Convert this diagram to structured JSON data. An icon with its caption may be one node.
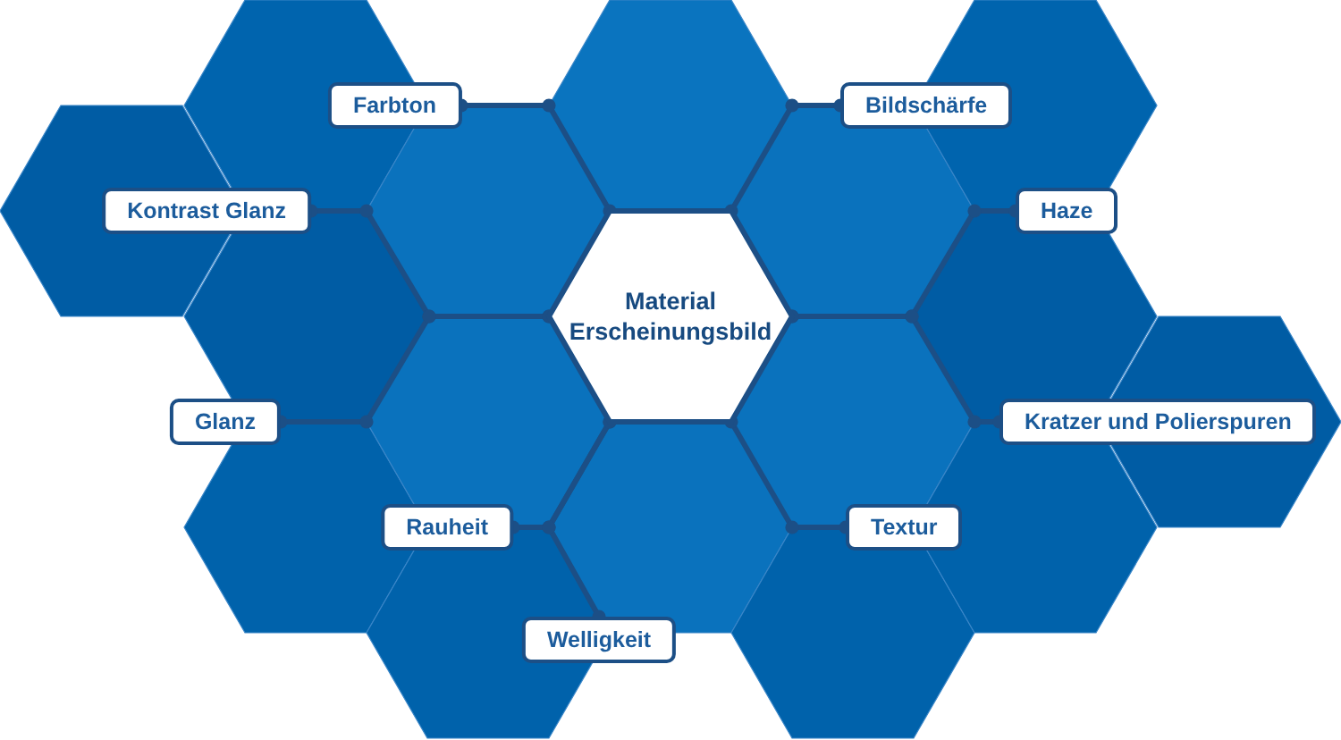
{
  "diagram": {
    "nodes": [
      {
        "text": [
          "Material Erscheinungsbild"
        ]
      },
      {
        "text": [
          "Farbton"
        ]
      },
      {
        "text": [
          "Kontrast Glanz"
        ]
      },
      {
        "text": [
          "Glanz"
        ]
      },
      {
        "text": [
          "Rauheit"
        ]
      },
      {
        "text": [
          "Welligkeit"
        ]
      },
      {
        "text": [
          "Textur"
        ]
      },
      {
        "text": [
          "Kratzer und Polierspuren"
        ]
      },
      {
        "text": [
          "Haze"
        ]
      },
      {
        "text": [
          "Bildschärfe"
        ]
      },
      {
        "text": [],
        "shape": "hexagon"
      },
      {
        "text": [],
        "shape": "hexagon"
      },
      {
        "text": [],
        "shape": "hexagon"
      },
      {
        "text": [],
        "shape": "hexagon"
      },
      {
        "text": [],
        "shape": "hexagon"
      },
      {
        "text": [],
        "shape": "hexagon"
      },
      {
        "text": [],
        "shape": "hexagon"
      },
      {
        "text": [],
        "shape": "hexagon"
      },
      {
        "text": [],
        "shape": "hexagon"
      },
      {
        "text": [],
        "shape": "hexagon"
      },
      {
        "text": [],
        "shape": "hexagon"
      },
      {
        "text": [],
        "shape": "hexagon"
      },
      {
        "text": [],
        "shape": "hexagon"
      },
      {
        "text": [],
        "shape": "hexagon"
      },
      {
        "text": [],
        "shape": "hexagon"
      },
      {
        "text": [],
        "shape": "hexagon"
      }
    ],
    "edges": [
      {
        "from": 0,
        "to": 1,
        "arrow": "other"
      },
      {
        "from": 0,
        "to": 2,
        "arrow": "other"
      },
      {
        "from": 0,
        "to": 3,
        "arrow": "other"
      },
      {
        "from": 0,
        "to": 4,
        "arrow": "other"
      },
      {
        "from": 0,
        "to": 5,
        "arrow": "other"
      },
      {
        "from": 0,
        "to": 6,
        "arrow": "other"
      },
      {
        "from": 0,
        "to": 7,
        "arrow": "other"
      },
      {
        "from": 0,
        "to": 8,
        "arrow": "other"
      },
      {
        "from": 0,
        "to": 9,
        "arrow": "other"
      }
    ]
  }
}
